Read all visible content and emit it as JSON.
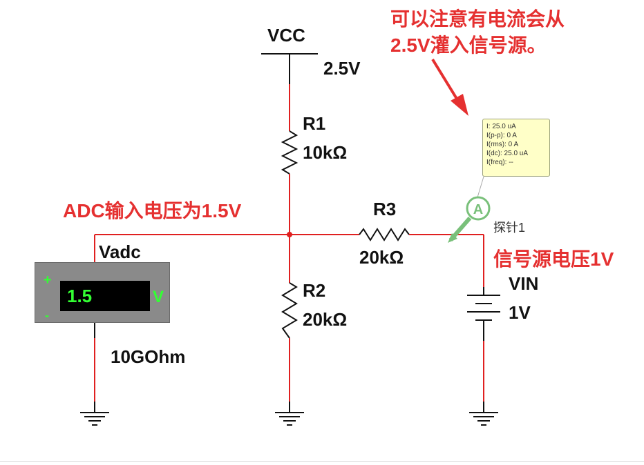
{
  "annotations": {
    "top_note_line1": "可以注意有电流会从",
    "top_note_line2": "2.5V灌入信号源。",
    "adc_note": "ADC输入电压为1.5V",
    "source_note": "信号源电压1V"
  },
  "components": {
    "vcc": {
      "name": "VCC",
      "value": "2.5V"
    },
    "r1": {
      "name": "R1",
      "value": "10kΩ"
    },
    "r2": {
      "name": "R2",
      "value": "20kΩ"
    },
    "r3": {
      "name": "R3",
      "value": "20kΩ"
    },
    "vin": {
      "name": "VIN",
      "value": "1V"
    },
    "voltmeter": {
      "name": "Vadc",
      "reading": "1.5",
      "unit": "V",
      "plus": "+",
      "minus": "-",
      "resistance": "10GOhm"
    },
    "probe": {
      "symbol": "A",
      "name": "探针1",
      "readouts": [
        "I: 25.0 uA",
        "I(p-p): 0 A",
        "I(rms): 0 A",
        "I(dc): 25.0 uA",
        "I(freq): --"
      ]
    }
  },
  "colors": {
    "wire": "#e02020",
    "annotation": "#e53030",
    "meter_body": "#8a8a8a",
    "meter_text": "#33ff33",
    "probe": "#79c07a"
  }
}
